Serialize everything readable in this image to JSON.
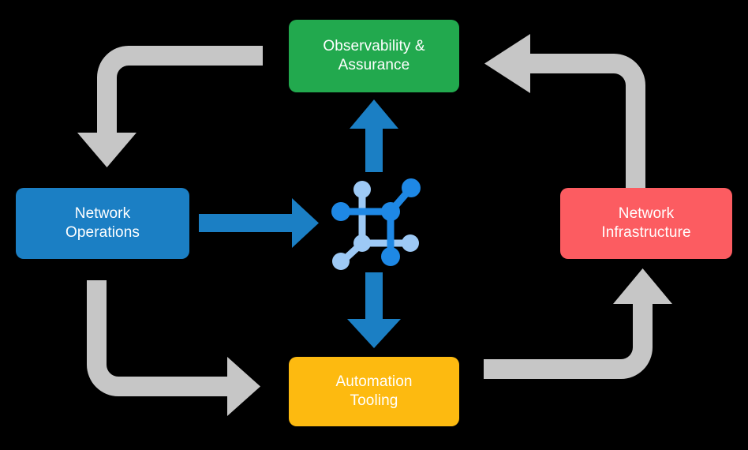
{
  "diagram": {
    "title": "Network automation closed-loop cycle",
    "background_color": "#000000",
    "center": {
      "icon_name": "network-topology-icon",
      "node_color_primary": "#1E88E5",
      "node_color_secondary": "#9DC9F5"
    },
    "boxes": [
      {
        "id": "observability-assurance",
        "label": "Observability &\nAssurance",
        "color": "#22A94E",
        "position": "top"
      },
      {
        "id": "network-operations",
        "label": "Network\nOperations",
        "color": "#1B7FC4",
        "position": "left"
      },
      {
        "id": "network-infrastructure",
        "label": "Network\nInfrastructure",
        "color": "#FC5C61",
        "position": "right"
      },
      {
        "id": "automation-tooling",
        "label": "Automation\nTooling",
        "color": "#FDBA10",
        "position": "bottom"
      }
    ],
    "arrows": {
      "gray_color": "#C6C6C6",
      "blue_color": "#1B7FC4",
      "flows": [
        {
          "id": "observability-to-operations",
          "from": "observability-assurance",
          "to": "network-operations",
          "style": "elbow",
          "color": "#C6C6C6"
        },
        {
          "id": "operations-to-automation",
          "from": "network-operations",
          "to": "automation-tooling",
          "style": "elbow",
          "color": "#C6C6C6"
        },
        {
          "id": "automation-to-infrastructure",
          "from": "automation-tooling",
          "to": "network-infrastructure",
          "style": "elbow",
          "color": "#C6C6C6"
        },
        {
          "id": "infrastructure-to-observability",
          "from": "network-infrastructure",
          "to": "observability-assurance",
          "style": "elbow",
          "color": "#C6C6C6"
        },
        {
          "id": "center-to-observability",
          "from": "center",
          "to": "observability-assurance",
          "style": "straight",
          "color": "#1B7FC4"
        },
        {
          "id": "operations-to-center",
          "from": "network-operations",
          "to": "center",
          "style": "straight",
          "color": "#1B7FC4"
        },
        {
          "id": "center-to-automation",
          "from": "center",
          "to": "automation-tooling",
          "style": "straight",
          "color": "#1B7FC4"
        }
      ]
    }
  }
}
